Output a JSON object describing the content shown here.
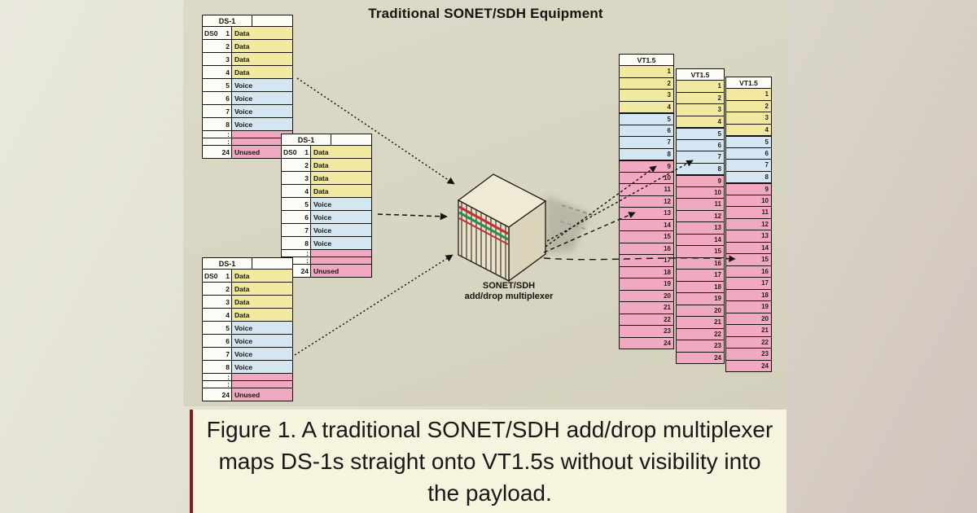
{
  "title": "Traditional SONET/SDH Equipment",
  "mux": {
    "label_line1": "SONET/SDH",
    "label_line2": "add/drop multiplexer"
  },
  "ds1_header": "DS-1",
  "ds0_label": "DS0",
  "ds1_rows": [
    {
      "num": "1",
      "label": "Data",
      "type": "data",
      "ds0": true
    },
    {
      "num": "2",
      "label": "Data",
      "type": "data"
    },
    {
      "num": "3",
      "label": "Data",
      "type": "data"
    },
    {
      "num": "4",
      "label": "Data",
      "type": "data"
    },
    {
      "num": "5",
      "label": "Voice",
      "type": "voice"
    },
    {
      "num": "6",
      "label": "Voice",
      "type": "voice"
    },
    {
      "num": "7",
      "label": "Voice",
      "type": "voice"
    },
    {
      "num": "8",
      "label": "Voice",
      "type": "voice"
    },
    {
      "num": ":",
      "label": "",
      "type": "unused",
      "ellipsis": true
    },
    {
      "num": ":",
      "label": "",
      "type": "unused",
      "ellipsis": true
    },
    {
      "num": "24",
      "label": "Unused",
      "type": "unused"
    }
  ],
  "vt_header": "VT1.5",
  "vt_row_count": 24,
  "vt_type_ranges": {
    "data": [
      1,
      4
    ],
    "voice": [
      5,
      8
    ],
    "unused": [
      9,
      24
    ]
  },
  "caption": "Figure 1. A traditional SONET/SDH add/drop multiplexer maps DS-1s straight onto VT1.5s without visibility into the payload.",
  "colors": {
    "data_fill": "#f2e9a0",
    "voice_fill": "#d3e6f2",
    "unused_fill": "#f0a9c1",
    "table_border": "#16140e",
    "stripe_red": "#c03232",
    "stripe_green": "#2e8a4e",
    "caption_bg": "#f6f3de",
    "diagram_bg": "#d7d4c1"
  }
}
